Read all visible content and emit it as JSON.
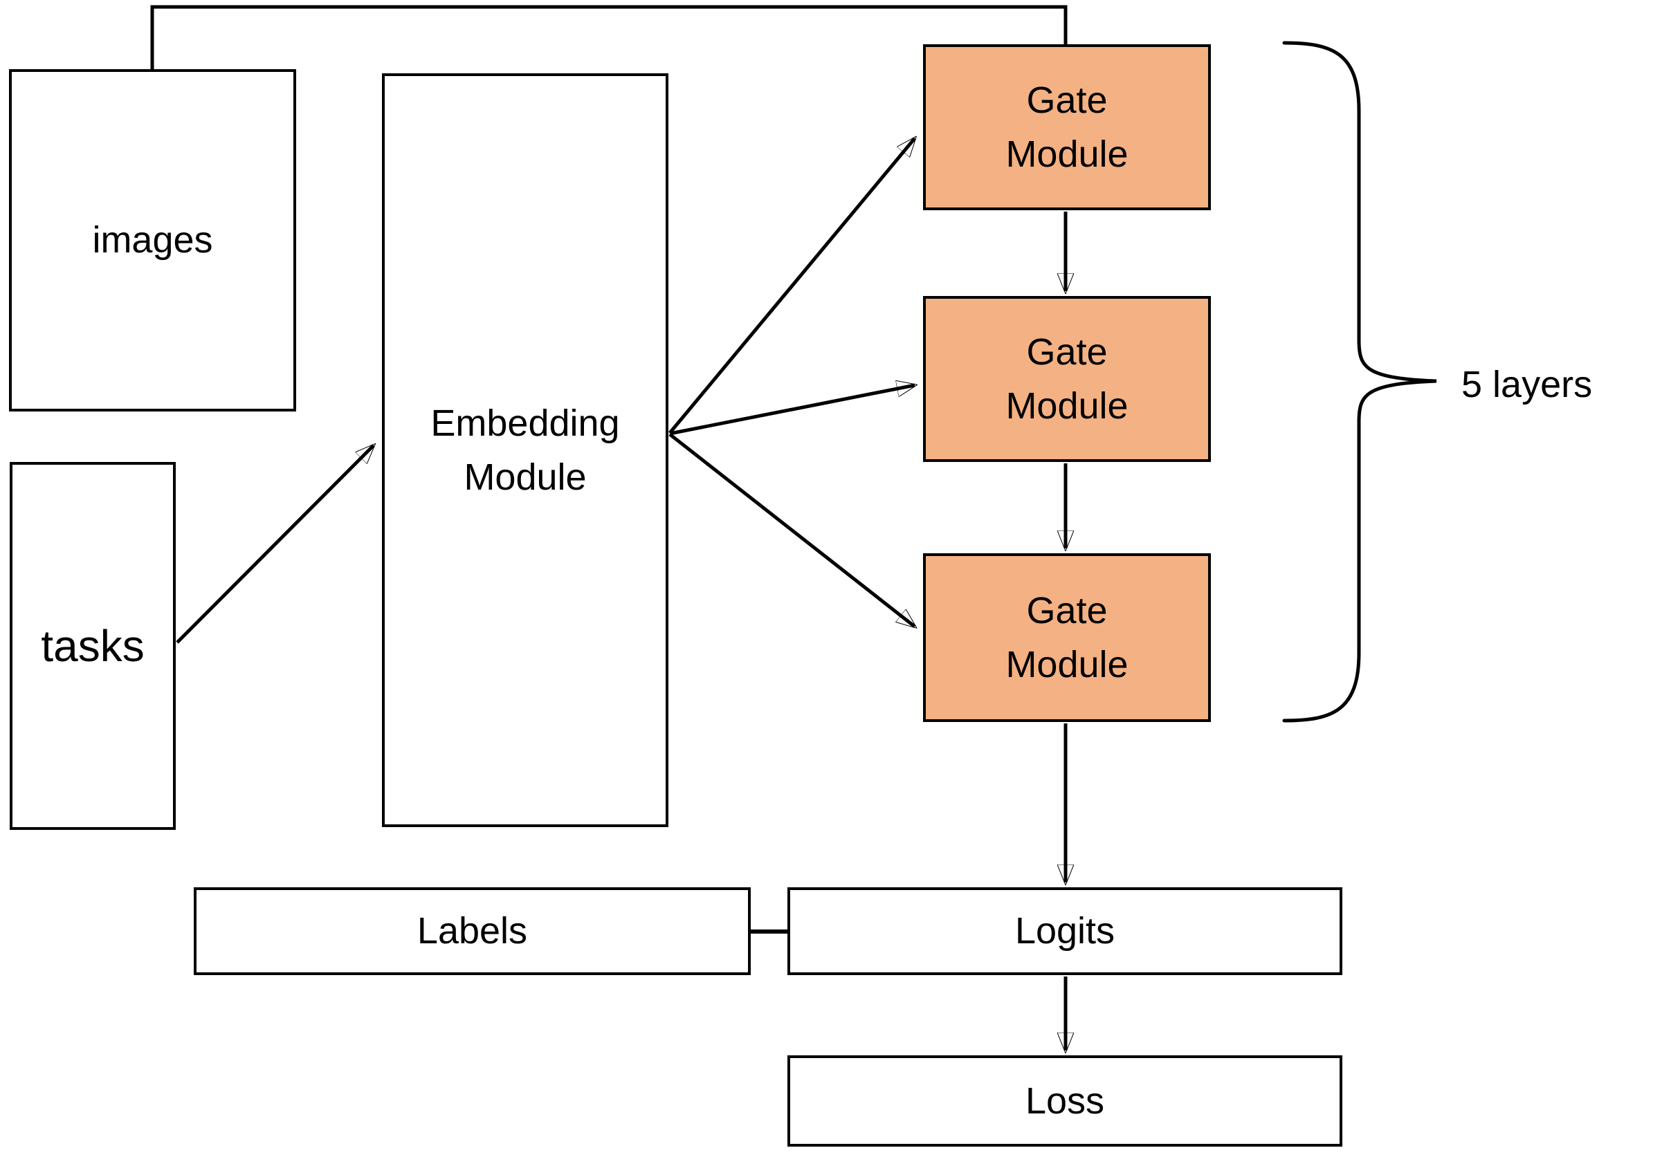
{
  "diagram": {
    "nodes": {
      "images": {
        "label": "images"
      },
      "tasks": {
        "label": "tasks"
      },
      "embedding": {
        "label": "Embedding\nModule"
      },
      "gate1": {
        "label": "Gate\nModule"
      },
      "gate2": {
        "label": "Gate\nModule"
      },
      "gate3": {
        "label": "Gate\nModule"
      },
      "labels": {
        "label": "Labels"
      },
      "logits": {
        "label": "Logits"
      },
      "loss": {
        "label": "Loss"
      }
    },
    "annotations": {
      "layers": "5 layers"
    },
    "colors": {
      "gate_fill": "#F4B183",
      "line": "#000000",
      "box_fill": "#FFFFFF",
      "background": "#FFFFFF"
    }
  }
}
